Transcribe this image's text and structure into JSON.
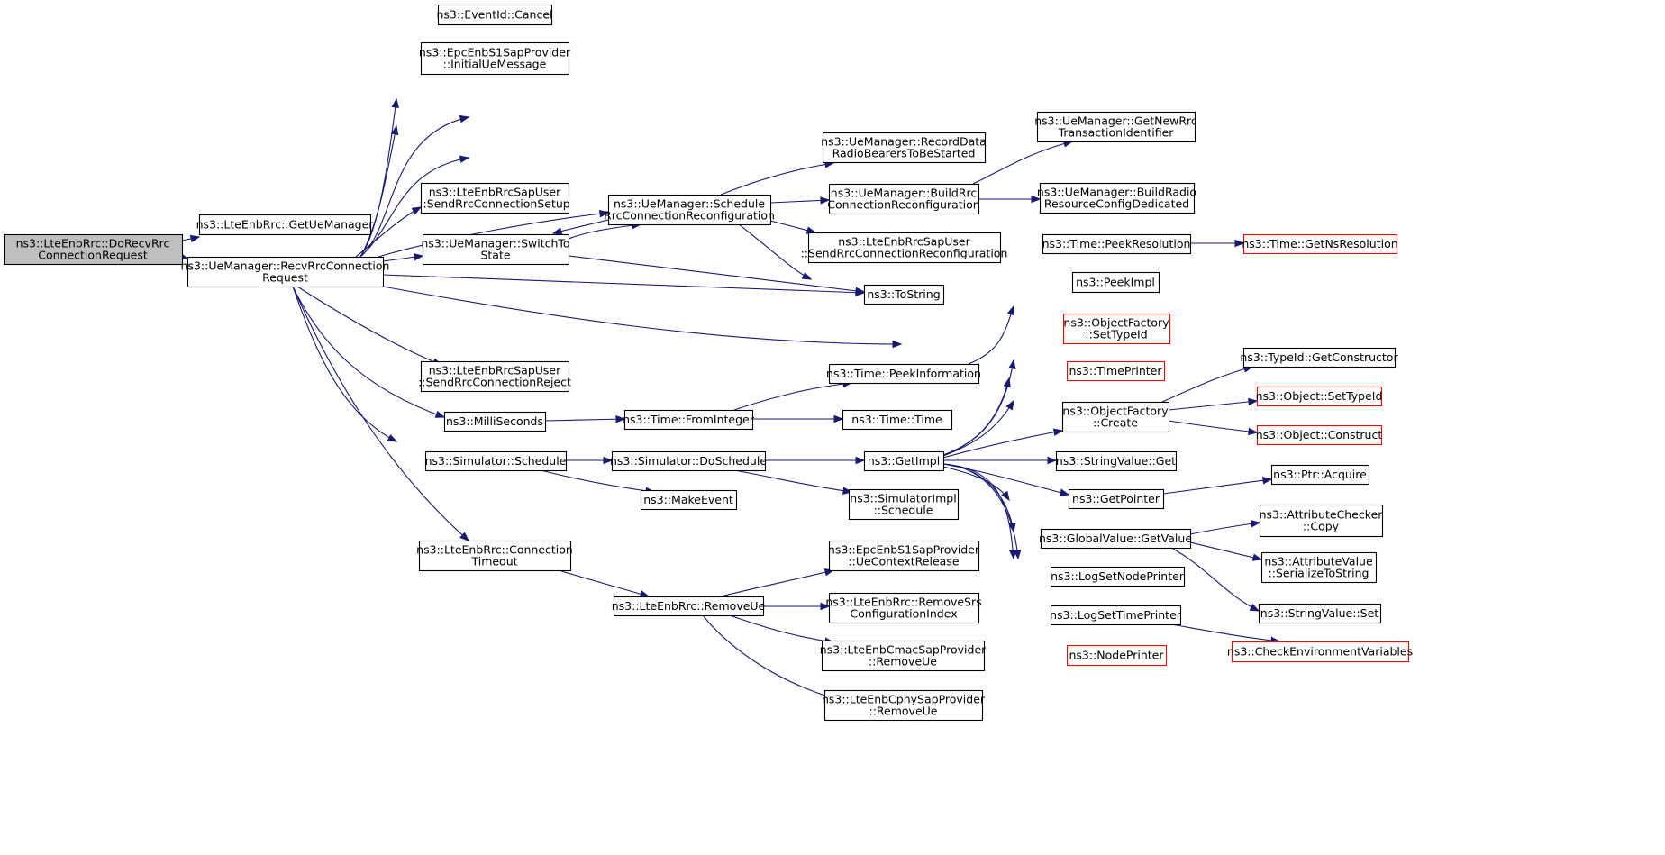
{
  "colors": {
    "edge": "#191970",
    "node_border": "#000000",
    "node_border_truncated": "#ff0000",
    "root_fill": "#bfbfbf",
    "node_fill": "#ffffff"
  },
  "nodes": [
    {
      "id": "n0",
      "lines": [
        "ns3::LteEnbRrc::DoRecvRrc",
        "ConnectionRequest"
      ],
      "style": "root"
    },
    {
      "id": "n1",
      "lines": [
        "ns3::LteEnbRrc::GetUeManager"
      ],
      "style": "normal"
    },
    {
      "id": "n2",
      "lines": [
        "ns3::UeManager::RecvRrcConnection",
        "Request"
      ],
      "style": "normal"
    },
    {
      "id": "n3",
      "lines": [
        "ns3::EventId::Cancel"
      ],
      "style": "normal"
    },
    {
      "id": "n4",
      "lines": [
        "ns3::EpcEnbS1SapProvider",
        "::InitialUeMessage"
      ],
      "style": "normal"
    },
    {
      "id": "n5",
      "lines": [
        "ns3::UeManager::GetNewRrc",
        "TransactionIdentifier"
      ],
      "style": "normal"
    },
    {
      "id": "n6",
      "lines": [
        "ns3::UeManager::RecordData",
        "RadioBearersToBeStarted"
      ],
      "style": "normal"
    },
    {
      "id": "n7",
      "lines": [
        "ns3::LteEnbRrcSapUser",
        "::SendRrcConnectionSetup"
      ],
      "style": "normal"
    },
    {
      "id": "n8",
      "lines": [
        "ns3::UeManager::Schedule",
        "RrcConnectionReconfiguration"
      ],
      "style": "normal"
    },
    {
      "id": "n9",
      "lines": [
        "ns3::UeManager::BuildRrc",
        "ConnectionReconfiguration"
      ],
      "style": "normal"
    },
    {
      "id": "n10",
      "lines": [
        "ns3::UeManager::BuildRadio",
        "ResourceConfigDedicated"
      ],
      "style": "normal"
    },
    {
      "id": "n11",
      "lines": [
        "ns3::UeManager::SwitchTo",
        "State"
      ],
      "style": "normal"
    },
    {
      "id": "n12",
      "lines": [
        "ns3::LteEnbRrcSapUser",
        "::SendRrcConnectionReconfiguration"
      ],
      "style": "normal"
    },
    {
      "id": "n13",
      "lines": [
        "ns3::Time::PeekResolution"
      ],
      "style": "normal"
    },
    {
      "id": "n14",
      "lines": [
        "ns3::Time::GetNsResolution"
      ],
      "style": "truncated"
    },
    {
      "id": "n15",
      "lines": [
        "ns3::ToString"
      ],
      "style": "normal"
    },
    {
      "id": "n16",
      "lines": [
        "ns3::PeekImpl"
      ],
      "style": "normal"
    },
    {
      "id": "n17",
      "lines": [
        "ns3::ObjectFactory",
        "::SetTypeId"
      ],
      "style": "truncated"
    },
    {
      "id": "n18",
      "lines": [
        "ns3::LteEnbRrcSapUser",
        "::SendRrcConnectionReject"
      ],
      "style": "normal"
    },
    {
      "id": "n19",
      "lines": [
        "ns3::Time::PeekInformation"
      ],
      "style": "normal"
    },
    {
      "id": "n20",
      "lines": [
        "ns3::TimePrinter"
      ],
      "style": "truncated"
    },
    {
      "id": "n21",
      "lines": [
        "ns3::TypeId::GetConstructor"
      ],
      "style": "normal"
    },
    {
      "id": "n22",
      "lines": [
        "ns3::Object::SetTypeId"
      ],
      "style": "truncated"
    },
    {
      "id": "n23",
      "lines": [
        "ns3::MilliSeconds"
      ],
      "style": "normal"
    },
    {
      "id": "n24",
      "lines": [
        "ns3::Time::FromInteger"
      ],
      "style": "normal"
    },
    {
      "id": "n25",
      "lines": [
        "ns3::Time::Time"
      ],
      "style": "normal"
    },
    {
      "id": "n26",
      "lines": [
        "ns3::ObjectFactory",
        "::Create"
      ],
      "style": "normal"
    },
    {
      "id": "n27",
      "lines": [
        "ns3::Object::Construct"
      ],
      "style": "truncated"
    },
    {
      "id": "n28",
      "lines": [
        "ns3::Simulator::Schedule"
      ],
      "style": "normal"
    },
    {
      "id": "n29",
      "lines": [
        "ns3::Simulator::DoSchedule"
      ],
      "style": "normal"
    },
    {
      "id": "n30",
      "lines": [
        "ns3::GetImpl"
      ],
      "style": "normal"
    },
    {
      "id": "n31",
      "lines": [
        "ns3::StringValue::Get"
      ],
      "style": "normal"
    },
    {
      "id": "n32",
      "lines": [
        "ns3::Ptr::Acquire"
      ],
      "style": "normal"
    },
    {
      "id": "n33",
      "lines": [
        "ns3::MakeEvent"
      ],
      "style": "normal"
    },
    {
      "id": "n34",
      "lines": [
        "ns3::SimulatorImpl",
        "::Schedule"
      ],
      "style": "normal"
    },
    {
      "id": "n35",
      "lines": [
        "ns3::GetPointer"
      ],
      "style": "normal"
    },
    {
      "id": "n36",
      "lines": [
        "ns3::AttributeChecker",
        "::Copy"
      ],
      "style": "normal"
    },
    {
      "id": "n37",
      "lines": [
        "ns3::GlobalValue::GetValue"
      ],
      "style": "normal"
    },
    {
      "id": "n38",
      "lines": [
        "ns3::LteEnbRrc::Connection",
        "Timeout"
      ],
      "style": "normal"
    },
    {
      "id": "n39",
      "lines": [
        "ns3::EpcEnbS1SapProvider",
        "::UeContextRelease"
      ],
      "style": "normal"
    },
    {
      "id": "n40",
      "lines": [
        "ns3::AttributeValue",
        "::SerializeToString"
      ],
      "style": "normal"
    },
    {
      "id": "n41",
      "lines": [
        "ns3::LogSetNodePrinter"
      ],
      "style": "normal"
    },
    {
      "id": "n42",
      "lines": [
        "ns3::LteEnbRrc::RemoveUe"
      ],
      "style": "normal"
    },
    {
      "id": "n43",
      "lines": [
        "ns3::LteEnbRrc::RemoveSrs",
        "ConfigurationIndex"
      ],
      "style": "normal"
    },
    {
      "id": "n44",
      "lines": [
        "ns3::StringValue::Set"
      ],
      "style": "normal"
    },
    {
      "id": "n45",
      "lines": [
        "ns3::LogSetTimePrinter"
      ],
      "style": "normal"
    },
    {
      "id": "n46",
      "lines": [
        "ns3::LteEnbCmacSapProvider",
        "::RemoveUe"
      ],
      "style": "normal"
    },
    {
      "id": "n47",
      "lines": [
        "ns3::CheckEnvironmentVariables"
      ],
      "style": "truncated"
    },
    {
      "id": "n48",
      "lines": [
        "ns3::NodePrinter"
      ],
      "style": "truncated"
    },
    {
      "id": "n49",
      "lines": [
        "ns3::LteEnbCphySapProvider",
        "::RemoveUe"
      ],
      "style": "normal"
    }
  ],
  "edges": [
    [
      "n0",
      "n1"
    ],
    [
      "n0",
      "n2"
    ],
    [
      "n2",
      "n3"
    ],
    [
      "n2",
      "n4"
    ],
    [
      "n2",
      "n5"
    ],
    [
      "n2",
      "n6"
    ],
    [
      "n2",
      "n7"
    ],
    [
      "n2",
      "n8"
    ],
    [
      "n2",
      "n11"
    ],
    [
      "n2",
      "n15"
    ],
    [
      "n2",
      "n10"
    ],
    [
      "n2",
      "n18"
    ],
    [
      "n2",
      "n23"
    ],
    [
      "n2",
      "n28"
    ],
    [
      "n2",
      "n38"
    ],
    [
      "n8",
      "n6"
    ],
    [
      "n8",
      "n9"
    ],
    [
      "n8",
      "n12"
    ],
    [
      "n8",
      "n11"
    ],
    [
      "n8",
      "n15"
    ],
    [
      "n9",
      "n5"
    ],
    [
      "n9",
      "n10"
    ],
    [
      "n11",
      "n8"
    ],
    [
      "n11",
      "n15"
    ],
    [
      "n13",
      "n14"
    ],
    [
      "n19",
      "n13"
    ],
    [
      "n23",
      "n24"
    ],
    [
      "n24",
      "n19"
    ],
    [
      "n24",
      "n25"
    ],
    [
      "n28",
      "n29"
    ],
    [
      "n28",
      "n33"
    ],
    [
      "n29",
      "n30"
    ],
    [
      "n29",
      "n34"
    ],
    [
      "n30",
      "n16"
    ],
    [
      "n30",
      "n17"
    ],
    [
      "n30",
      "n20"
    ],
    [
      "n30",
      "n26"
    ],
    [
      "n30",
      "n31"
    ],
    [
      "n30",
      "n35"
    ],
    [
      "n30",
      "n37"
    ],
    [
      "n30",
      "n41"
    ],
    [
      "n30",
      "n45"
    ],
    [
      "n30",
      "n48"
    ],
    [
      "n26",
      "n21"
    ],
    [
      "n26",
      "n22"
    ],
    [
      "n26",
      "n27"
    ],
    [
      "n35",
      "n32"
    ],
    [
      "n37",
      "n36"
    ],
    [
      "n37",
      "n40"
    ],
    [
      "n37",
      "n44"
    ],
    [
      "n45",
      "n47"
    ],
    [
      "n38",
      "n42"
    ],
    [
      "n42",
      "n39"
    ],
    [
      "n42",
      "n43"
    ],
    [
      "n42",
      "n46"
    ],
    [
      "n42",
      "n49"
    ]
  ]
}
